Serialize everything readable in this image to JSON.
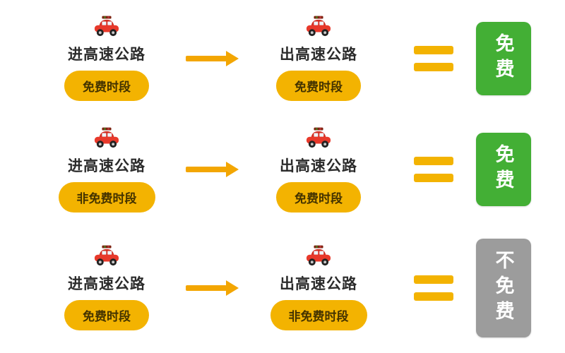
{
  "colors": {
    "pill_bg": "#F3B301",
    "pill_text": "#443300",
    "arrow": "#F3A602",
    "equals": "#F3B301",
    "free_bg": "#43AF35",
    "not_free_bg": "#9C9C9C",
    "result_text": "#FFFFFF",
    "label_text": "#2B2B2B",
    "car_body": "#E03428"
  },
  "icons": {
    "car": "red-car-with-luggage-icon",
    "arrow": "right-arrow-icon",
    "equals": "equals-sign-icon"
  },
  "rows": [
    {
      "enter_label": "进高速公路",
      "enter_badge": "免费时段",
      "exit_label": "出高速公路",
      "exit_badge": "免费时段",
      "result": "免费",
      "result_type": "free"
    },
    {
      "enter_label": "进高速公路",
      "enter_badge": "非免费时段",
      "exit_label": "出高速公路",
      "exit_badge": "免费时段",
      "result": "免费",
      "result_type": "free"
    },
    {
      "enter_label": "进高速公路",
      "enter_badge": "免费时段",
      "exit_label": "出高速公路",
      "exit_badge": "非免费时段",
      "result": "不免费",
      "result_type": "not_free"
    }
  ]
}
